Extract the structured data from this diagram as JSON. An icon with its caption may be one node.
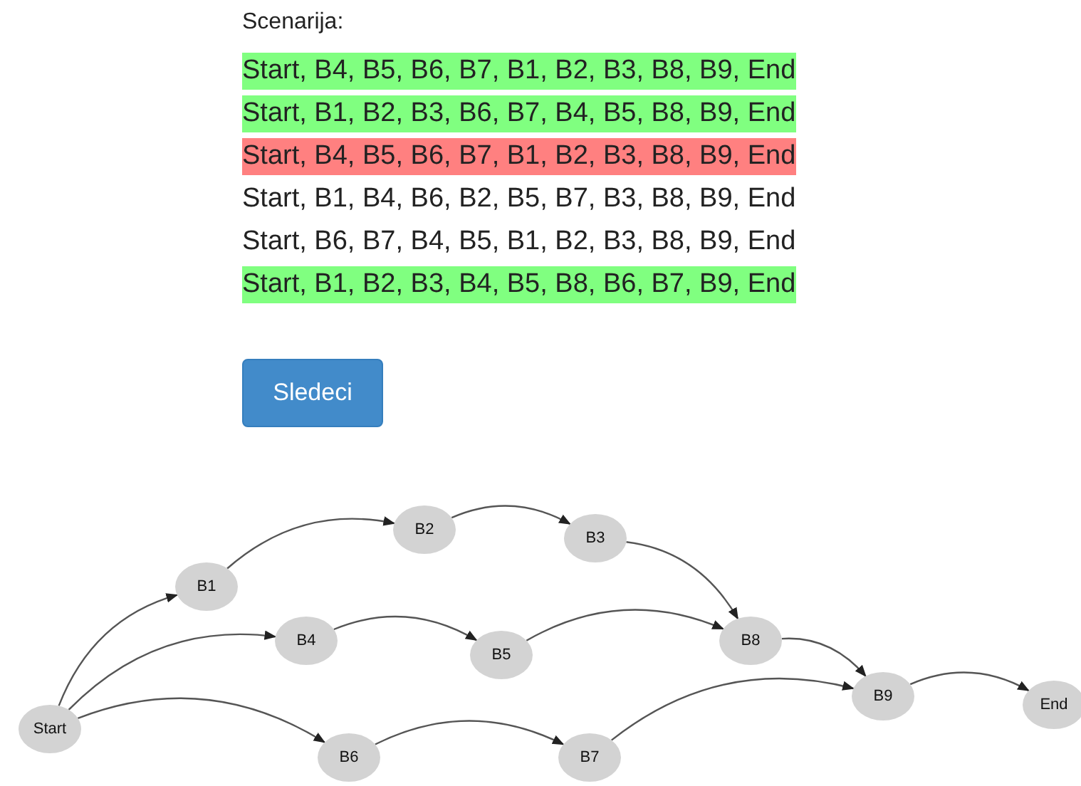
{
  "diagram": {
    "nodes": [
      {
        "text": [
          "Start"
        ]
      },
      {
        "text": [
          "B1"
        ]
      },
      {
        "text": [
          "B2"
        ]
      },
      {
        "text": [
          "B3"
        ]
      },
      {
        "text": [
          "B4"
        ]
      },
      {
        "text": [
          "B5"
        ]
      },
      {
        "text": [
          "B8"
        ]
      },
      {
        "text": [
          "B6"
        ]
      },
      {
        "text": [
          "B7"
        ]
      },
      {
        "text": [
          "B9"
        ]
      },
      {
        "text": [
          "End"
        ]
      }
    ],
    "edges": [
      {
        "from": 0,
        "to": 1,
        "arrow": "to"
      },
      {
        "from": 0,
        "to": 4,
        "arrow": "to"
      },
      {
        "from": 0,
        "to": 7,
        "arrow": "to"
      },
      {
        "from": 1,
        "to": 2,
        "arrow": "to"
      },
      {
        "from": 2,
        "to": 3,
        "arrow": "to"
      },
      {
        "from": 3,
        "to": 6,
        "arrow": "to"
      },
      {
        "from": 4,
        "to": 5,
        "arrow": "to"
      },
      {
        "from": 5,
        "to": 6,
        "arrow": "to"
      },
      {
        "from": 7,
        "to": 8,
        "arrow": "to"
      },
      {
        "from": 8,
        "to": 9,
        "arrow": "to"
      },
      {
        "from": 6,
        "to": 9,
        "arrow": "to"
      },
      {
        "from": 9,
        "to": 10,
        "arrow": "to"
      }
    ],
    "labels": [
      "Scenarija:",
      "Start, B4, B5, B6, B7, B1, B2, B3, B8, B9, End",
      "Start, B1, B2, B3, B6, B7, B4, B5, B8, B9, End",
      "Start, B4, B5, B6, B7, B1, B2, B3, B8, B9, End",
      "Start, B1, B4, B6, B2, B5, B7, B3, B8, B9, End",
      "Start, B6, B7, B4, B5, B1, B2, B3, B8, B9, End",
      "Start, B1, B2, B3, B4, B5, B8, B6, B7, B9, End",
      "Sledeci"
    ]
  }
}
